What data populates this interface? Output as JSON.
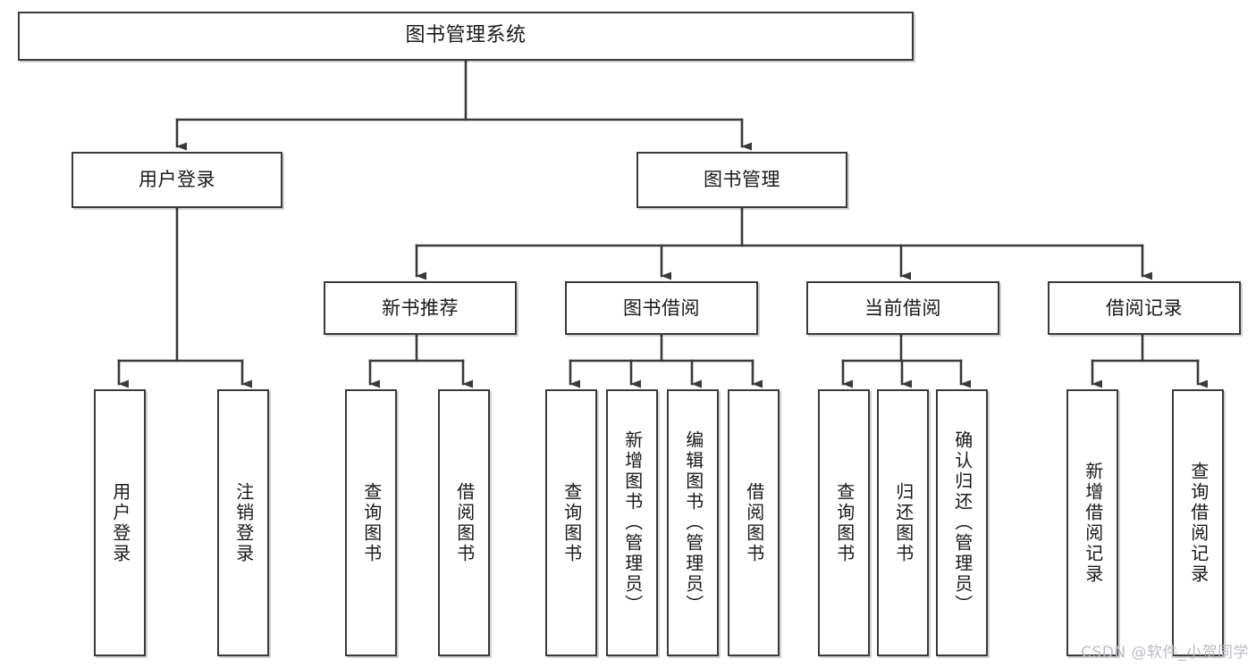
{
  "diagram": {
    "title": "图书管理系统",
    "watermark": "CSDN @软件_小贺同学",
    "accent_color": "#3a3a3a",
    "background_color": "#ffffff",
    "levels": {
      "root": {
        "label": "图书管理系统"
      },
      "level2": [
        {
          "label": "用户登录"
        },
        {
          "label": "图书管理"
        }
      ],
      "level3": [
        {
          "label": "新书推荐"
        },
        {
          "label": "图书借阅"
        },
        {
          "label": "当前借阅"
        },
        {
          "label": "借阅记录"
        }
      ],
      "leaves": {
        "user_login": [
          {
            "label": "用户登录"
          },
          {
            "label": "注销登录"
          }
        ],
        "new_book_recommend": [
          {
            "label": "查询图书"
          },
          {
            "label": "借阅图书"
          }
        ],
        "book_borrow": [
          {
            "label": "查询图书"
          },
          {
            "label": "新增图书（管理员）"
          },
          {
            "label": "编辑图书（管理员）"
          },
          {
            "label": "借阅图书"
          }
        ],
        "current_borrow": [
          {
            "label": "查询图书"
          },
          {
            "label": "归还图书"
          },
          {
            "label": "确认归还（管理员）"
          }
        ],
        "borrow_record": [
          {
            "label": "新增借阅记录"
          },
          {
            "label": "查询借阅记录"
          }
        ]
      }
    }
  }
}
